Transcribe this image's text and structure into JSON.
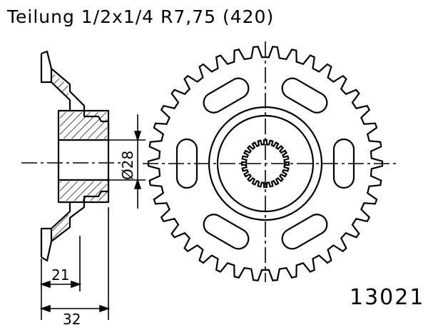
{
  "header": {
    "title": "Teilung 1/2x1/4 R7,75 (420)"
  },
  "part": {
    "number": "13021"
  },
  "dimensions": {
    "bore": "Ø28",
    "hub_width": "21",
    "overall_width": "32"
  }
}
